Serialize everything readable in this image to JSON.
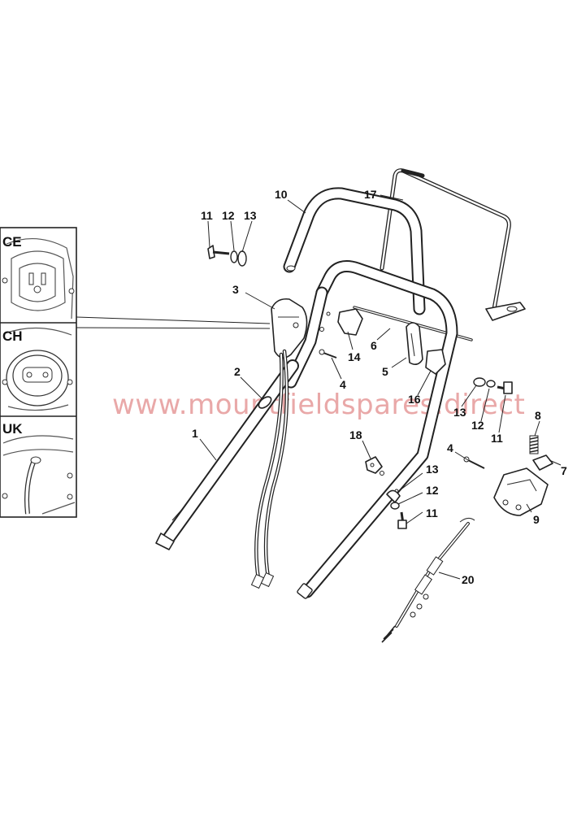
{
  "watermark": "www.mountfieldspares.direct",
  "insets": [
    {
      "id": "ce",
      "label": "CE"
    },
    {
      "id": "ch",
      "label": "CH"
    },
    {
      "id": "uk",
      "label": "UK"
    }
  ],
  "callouts": {
    "p1": "1",
    "p2": "2",
    "p3": "3",
    "p4a": "4",
    "p4b": "4",
    "p5": "5",
    "p6": "6",
    "p7": "7",
    "p8": "8",
    "p9": "9",
    "p10": "10",
    "p11a": "11",
    "p11b": "11",
    "p11c": "11",
    "p12a": "12",
    "p12b": "12",
    "p12c": "12",
    "p13a": "13",
    "p13b": "13",
    "p13c": "13",
    "p14": "14",
    "p16": "16",
    "p17": "17",
    "p18": "18",
    "p20": "20"
  },
  "colors": {
    "line": "#222222",
    "watermark": "#e9a8a8",
    "background": "#ffffff"
  }
}
